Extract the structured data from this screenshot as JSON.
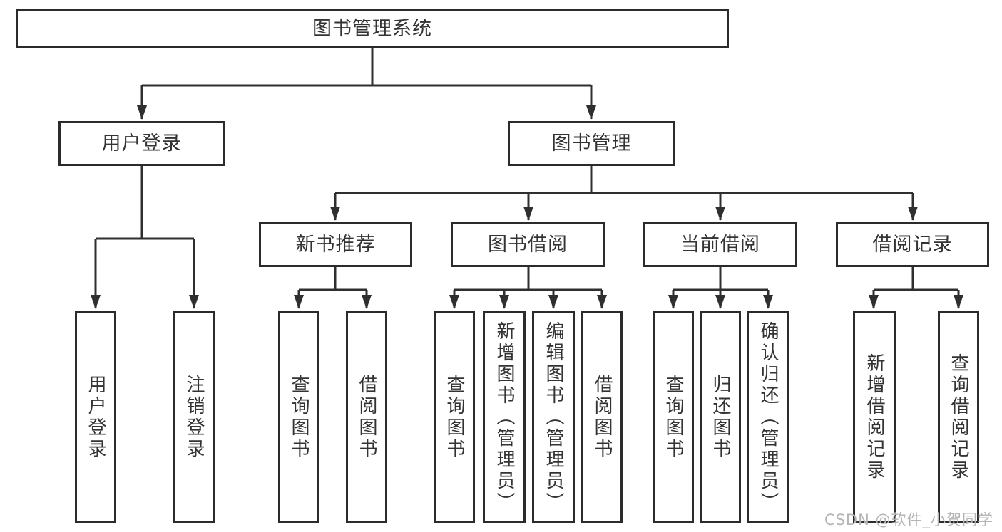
{
  "colors": {
    "background": "#ffffff",
    "box_border": "#2b2b2b",
    "box_text": "#333333",
    "connector_line": "#2f2f2f",
    "watermark_text": "#b5b5b5"
  },
  "watermark": "CSDN @软件_小贺同学",
  "nodes": {
    "root": "图书管理系统",
    "login_group": "用户登录",
    "book_mgmt": "图书管理",
    "new_book_rec": "新书推荐",
    "book_borrow": "图书借阅",
    "current_borrow": "当前借阅",
    "borrow_records": "借阅记录",
    "leaf_user_login": "用户登录",
    "leaf_logout": "注销登录",
    "leaf_rec_query_books": "查询图书",
    "leaf_rec_borrow_books": "借阅图书",
    "leaf_bb_query_books": "查询图书",
    "leaf_bb_add_books": "新增图书（管理员）",
    "leaf_bb_edit_books": "编辑图书（管理员）",
    "leaf_bb_borrow_books": "借阅图书",
    "leaf_cb_query_books": "查询图书",
    "leaf_cb_return_books": "归还图书",
    "leaf_cb_confirm_return": "确认归还（管理员）",
    "leaf_br_add_record": "新增借阅记录",
    "leaf_br_query_record": "查询借阅记录"
  }
}
